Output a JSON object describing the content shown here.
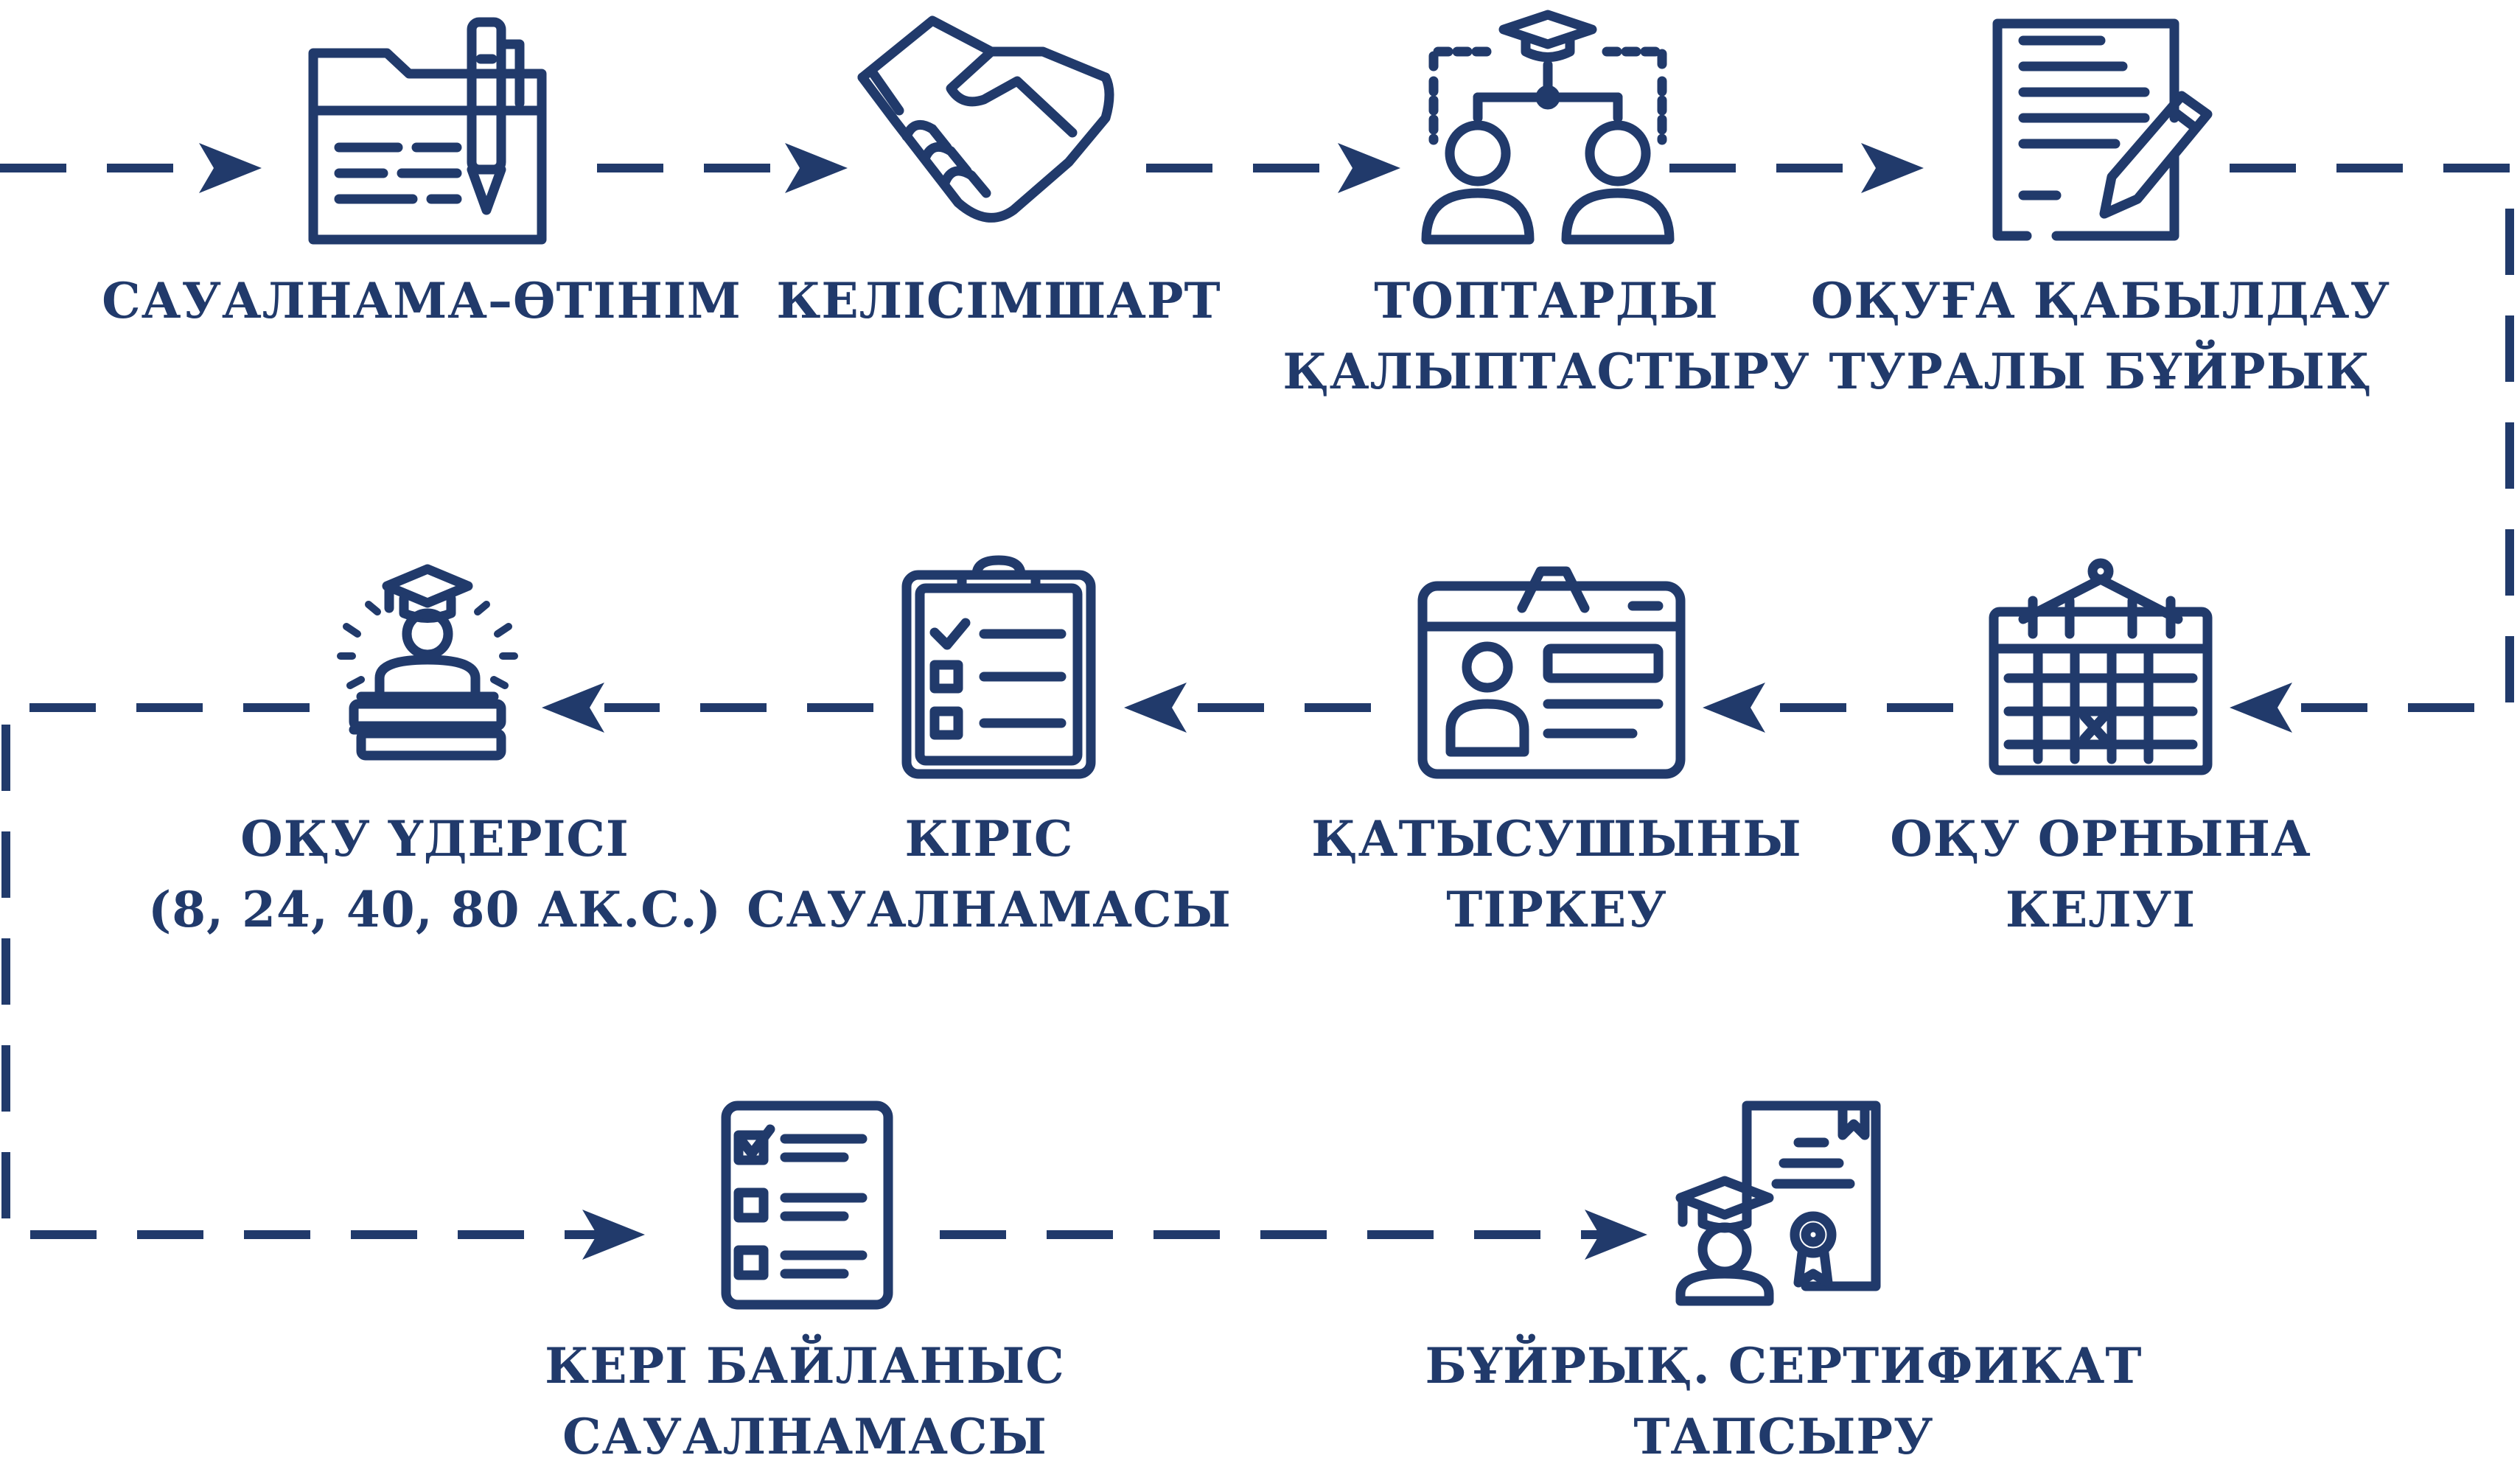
{
  "colors": {
    "primary": "#213a6b",
    "background": "#ffffff"
  },
  "steps": [
    {
      "icon": "folder-pen-icon",
      "lines": [
        "САУАЛНАМА–ӨТІНІМ"
      ]
    },
    {
      "icon": "handshake-icon",
      "lines": [
        "КЕЛІСІМШАРТ"
      ]
    },
    {
      "icon": "group-students-icon",
      "lines": [
        "ТОПТАРДЫ",
        "ҚАЛЫПТАСТЫРУ"
      ]
    },
    {
      "icon": "document-pen-icon",
      "lines": [
        "ОҚУҒА ҚАБЫЛДАУ",
        "ТУРАЛЫ БҰЙРЫҚ"
      ]
    },
    {
      "icon": "calendar-icon",
      "lines": [
        "ОҚУ ОРНЫНА",
        "КЕЛУІ"
      ]
    },
    {
      "icon": "id-card-icon",
      "lines": [
        "ҚАТЫСУШЫНЫ",
        "ТІРКЕУ"
      ]
    },
    {
      "icon": "clipboard-checklist-icon",
      "lines": [
        "КІРІС",
        "САУАЛНАМАСЫ"
      ]
    },
    {
      "icon": "graduate-books-icon",
      "lines": [
        "ОҚУ ҮДЕРІСІ",
        "(8, 24, 40, 80 АК.С.)"
      ]
    },
    {
      "icon": "checklist-form-icon",
      "lines": [
        "КЕРІ БАЙЛАНЫС",
        "САУАЛНАМАСЫ"
      ]
    },
    {
      "icon": "graduate-certificate-icon",
      "lines": [
        "БҰЙРЫҚ. СЕРТИФИКАТ",
        "ТАПСЫРУ"
      ]
    }
  ]
}
